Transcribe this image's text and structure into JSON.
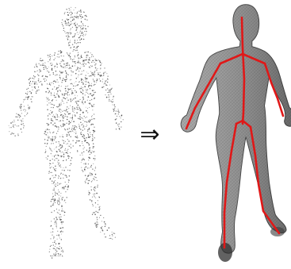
{
  "arrow": {
    "glyph": "⇒"
  },
  "colors": {
    "point": "#3a3a3a",
    "mesh_fill": "#9a9a9a",
    "mesh_shade": "#5a5a5a",
    "mesh_highlight": "#cfcfcf",
    "skeleton": "#e01818",
    "background": "#ffffff"
  },
  "panels": [
    {
      "name": "input-point-cloud",
      "kind": "point-cloud"
    },
    {
      "name": "output-mesh-with-skeleton",
      "kind": "mesh-with-skeleton"
    }
  ]
}
